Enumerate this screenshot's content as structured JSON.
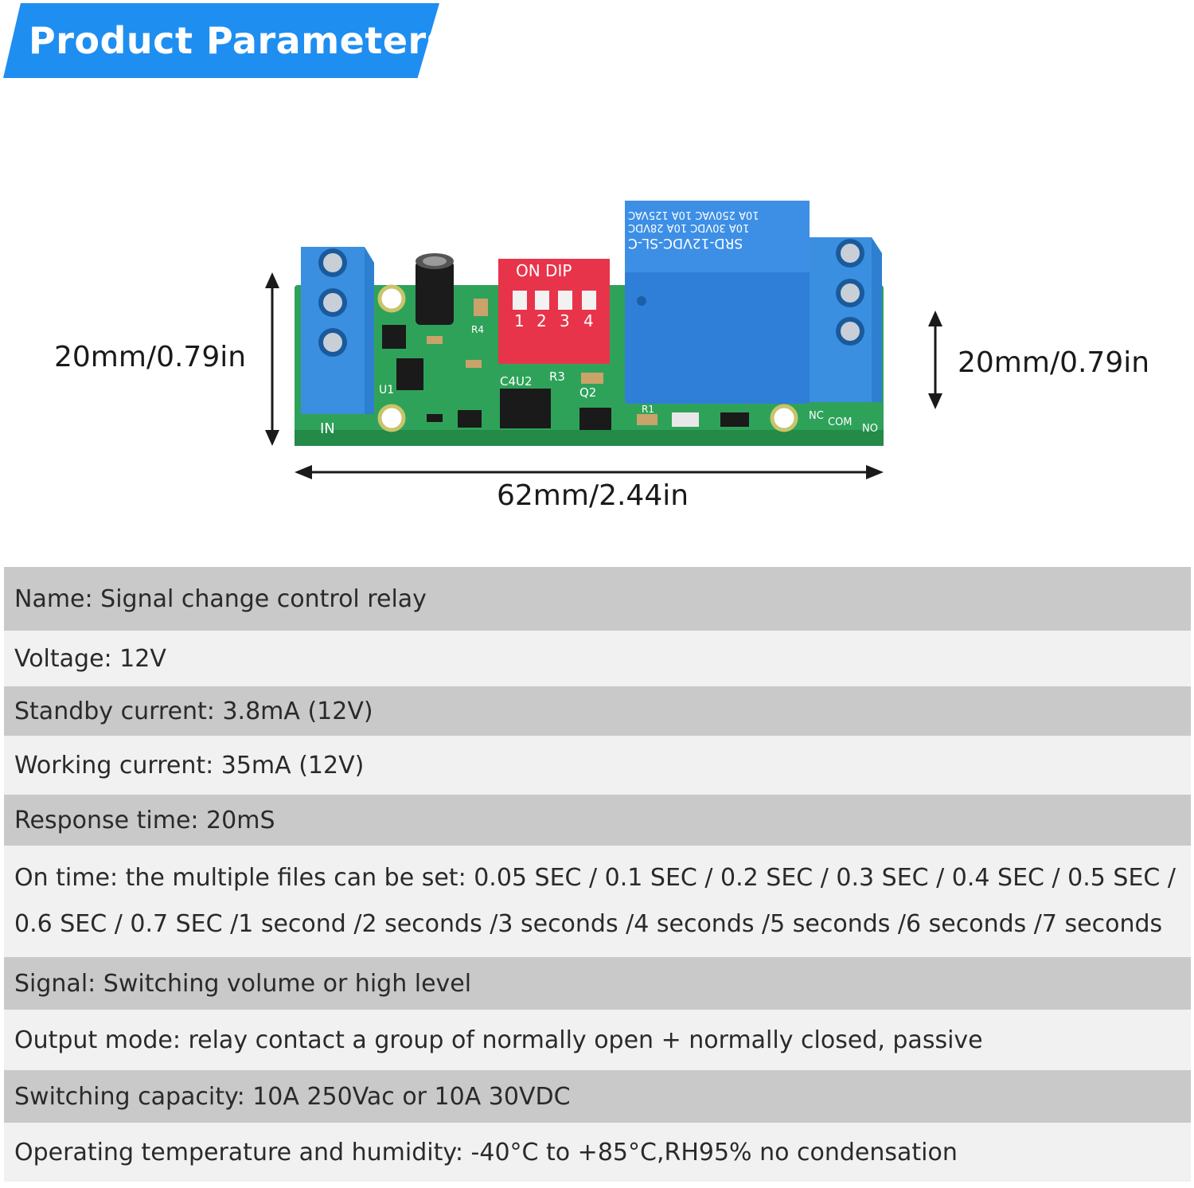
{
  "header": {
    "title": "Product Parameters"
  },
  "board": {
    "dip_label": "ON  DIP",
    "dip_numbers": [
      "1",
      "2",
      "3",
      "4"
    ],
    "relay_line1": "SRD-12VDC-SL-C",
    "relay_line2": "10A 30VDC  10A 28VDC",
    "relay_line3": "10A 250VAC  10A 125VAC",
    "in_label": "IN",
    "nc_label": "NC",
    "com_label": "COM",
    "no_label": "NO",
    "u1_label": "U1",
    "u2_label": "C4U2",
    "r3_label": "R3",
    "r4_label": "R4",
    "q2_label": "Q2",
    "r1_label": "R1"
  },
  "dimensions": {
    "left_height": "20mm/0.79in",
    "right_height": "20mm/0.79in",
    "width": "62mm/2.44in"
  },
  "specs": [
    "Name: Signal change control relay",
    "Voltage: 12V",
    "Standby current: 3.8mA (12V)",
    "Working current: 35mA (12V)",
    "Response time: 20mS",
    "On time: the multiple files can be set: 0.05 SEC / 0.1 SEC / 0.2 SEC / 0.3 SEC / 0.4 SEC / 0.5 SEC / 0.6 SEC / 0.7 SEC /1 second /2 seconds /3 seconds /4 seconds /5 seconds /6 seconds /7 seconds",
    "Signal: Switching volume or high level",
    "Output mode: relay contact a group of normally open + normally closed, passive",
    "Switching capacity: 10A 250Vac or 10A 30VDC",
    "Operating temperature and humidity: -40°C to +85°C,RH95% no condensation"
  ],
  "colors": {
    "banner": "#1f8ef1",
    "pcb": "#2fa25a",
    "terminal": "#2f7fd0",
    "relay": "#2f7fd8",
    "dip": "#e8344a",
    "row_dark": "#c9c9c9",
    "row_light": "#f1f1f1"
  }
}
